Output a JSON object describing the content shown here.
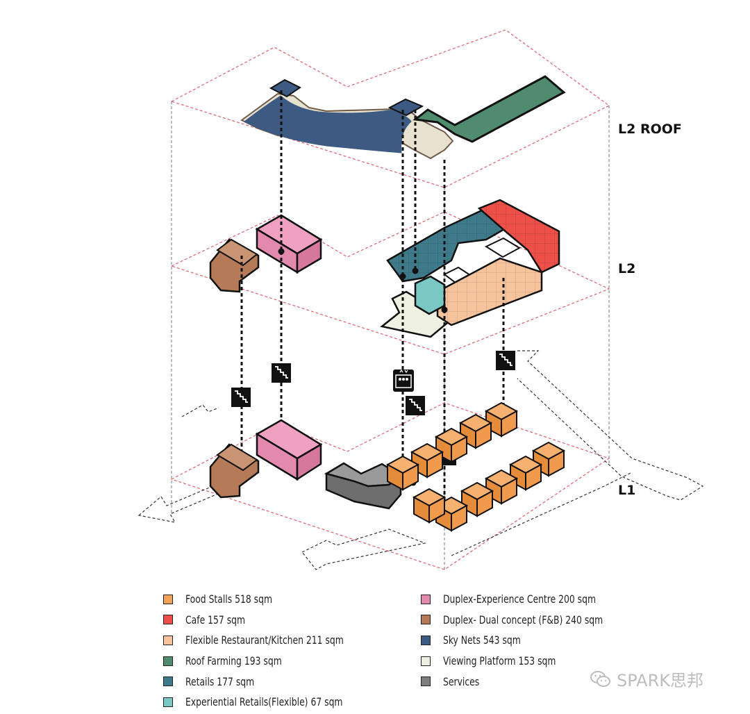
{
  "levels": {
    "l2_roof": "L2 ROOF",
    "l2": "L2",
    "l1": "L1"
  },
  "legend_left": [
    {
      "label": "Food Stalls  518 sqm",
      "color": "#f2a35a"
    },
    {
      "label": "Cafe  157 sqm",
      "color": "#ec5048"
    },
    {
      "label": "Flexible Restaurant/Kitchen  211 sqm",
      "color": "#f6c39d"
    },
    {
      "label": "Roof Farming  193 sqm",
      "color": "#4f8b6c"
    },
    {
      "label": "Retails  177 sqm",
      "color": "#3f7a8a"
    },
    {
      "label": "Experiential Retails(Flexible)  67 sqm",
      "color": "#79c8c3"
    }
  ],
  "legend_right": [
    {
      "label": "Duplex-Experience Centre  200 sqm",
      "color": "#e389ad"
    },
    {
      "label": "Duplex- Dual concept (F&B)  240 sqm",
      "color": "#b57a58"
    },
    {
      "label": "Sky Nets  543 sqm",
      "color": "#3d5a82"
    },
    {
      "label": "Viewing Platform  153 sqm",
      "color": "#eef0e2"
    },
    {
      "label": "Services",
      "color": "#7e7e7e"
    }
  ],
  "watermark": {
    "text": "SPARK思邦",
    "icon": "wechat-icon"
  },
  "icons": [
    "stair-icon",
    "lift-icon"
  ]
}
